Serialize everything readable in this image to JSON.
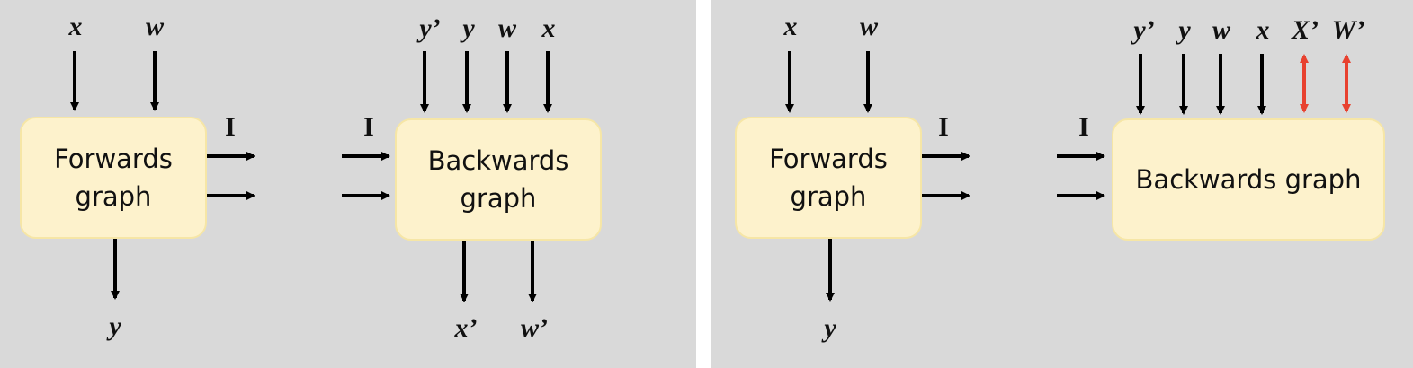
{
  "left_panel": {
    "forward_box": {
      "text_line1": "Forwards",
      "text_line2": "graph"
    },
    "forward_inputs": [
      "x",
      "w"
    ],
    "forward_output": "y",
    "intermediate_label_out": "I",
    "intermediate_label_in": "I",
    "backward_box": {
      "text_line1": "Backwards",
      "text_line2": "graph"
    },
    "backward_inputs": [
      "y’",
      "y",
      "w",
      "x"
    ],
    "backward_outputs": [
      "x’",
      "w’"
    ]
  },
  "right_panel": {
    "forward_box": {
      "text_line1": "Forwards",
      "text_line2": "graph"
    },
    "forward_inputs": [
      "x",
      "w"
    ],
    "forward_output": "y",
    "intermediate_label_out": "I",
    "intermediate_label_in": "I",
    "backward_box": {
      "text": "Backwards graph"
    },
    "backward_inputs": [
      "y’",
      "y",
      "w",
      "x"
    ],
    "backward_bidirectional": [
      "X’",
      "W’"
    ]
  },
  "colors": {
    "panel_background": "#d9d9d9",
    "box_fill": "#fdf2cc",
    "arrow": "#000000",
    "highlight_arrow": "#e8412f"
  }
}
